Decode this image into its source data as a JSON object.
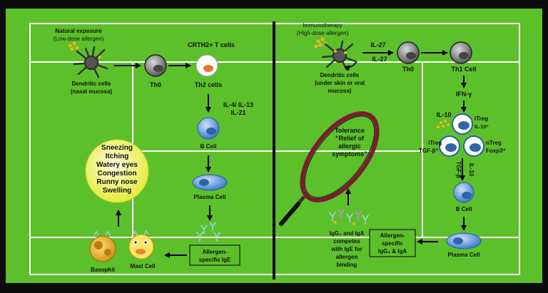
{
  "left": {
    "exposure_title": "Natural exposure",
    "exposure_sub": "(Low-dose allergen)",
    "dc_label_1": "Dendritic cells",
    "dc_label_2": "(nasal mucosa)",
    "th0": "Th0",
    "crth2_title": "CRTH2+ T cells",
    "th2": "Th2 cells",
    "cytokines_1": "IL-4/ IL-13",
    "cytokines_2": "IL-21",
    "b_cell": "B Cell",
    "plasma_cell": "Plasma Cell",
    "ige_box_1": "Allergen-",
    "ige_box_2": "specific IgE",
    "mast_cell": "Mast Cell",
    "basophil": "Basophil",
    "symptoms": [
      "Sneezing",
      "Itching",
      "Watery eyes",
      "Congestion",
      "Runny nose",
      "Swelling"
    ]
  },
  "right": {
    "immuno_title": "Immunotherapy",
    "immuno_sub": "(High-dose allergen)",
    "il27_top": "IL-27",
    "il27_bottom": "IL-27",
    "th0": "Th0",
    "th1": "Th1 Cell",
    "dc_label_1": "Dendritic cells",
    "dc_label_2": "(under skin or oral",
    "dc_label_3": "mucosa)",
    "ifn": "IFN-γ",
    "il10": "IL-10",
    "itreg_top_1": "iTreg",
    "itreg_top_2": "IL-10⁺",
    "itreg_left_1": "iTreg",
    "itreg_left_2": "TGF-β⁺",
    "ntreg_1": "nTreg",
    "ntreg_2": "Foxp3⁺",
    "tgf_vertical": "TGF-β",
    "il10_vertical": "IL-10",
    "b_cell": "B Cell",
    "plasma_cell": "Plasma Cell",
    "igg_box_1": "Allergen-",
    "igg_box_2": "specific",
    "igg_box_3": "IgG₄ & IgA",
    "tolerance_1": "Tolerance",
    "tolerance_2": "“Relief of",
    "tolerance_3": "allergic",
    "tolerance_4": "symptoms”",
    "competes_1": "IgG₄ and IgA",
    "competes_2": "competes",
    "competes_3": "with IgE for",
    "competes_4": "allergen",
    "competes_5": "binding"
  },
  "colors": {
    "court": "#5cc02a",
    "court_line": "#ffffff",
    "symptom_fill": "#eef25a",
    "cell_blue": "#4f8fd6",
    "th2_orange": "#e8742a",
    "basophil": "#e0a826"
  }
}
